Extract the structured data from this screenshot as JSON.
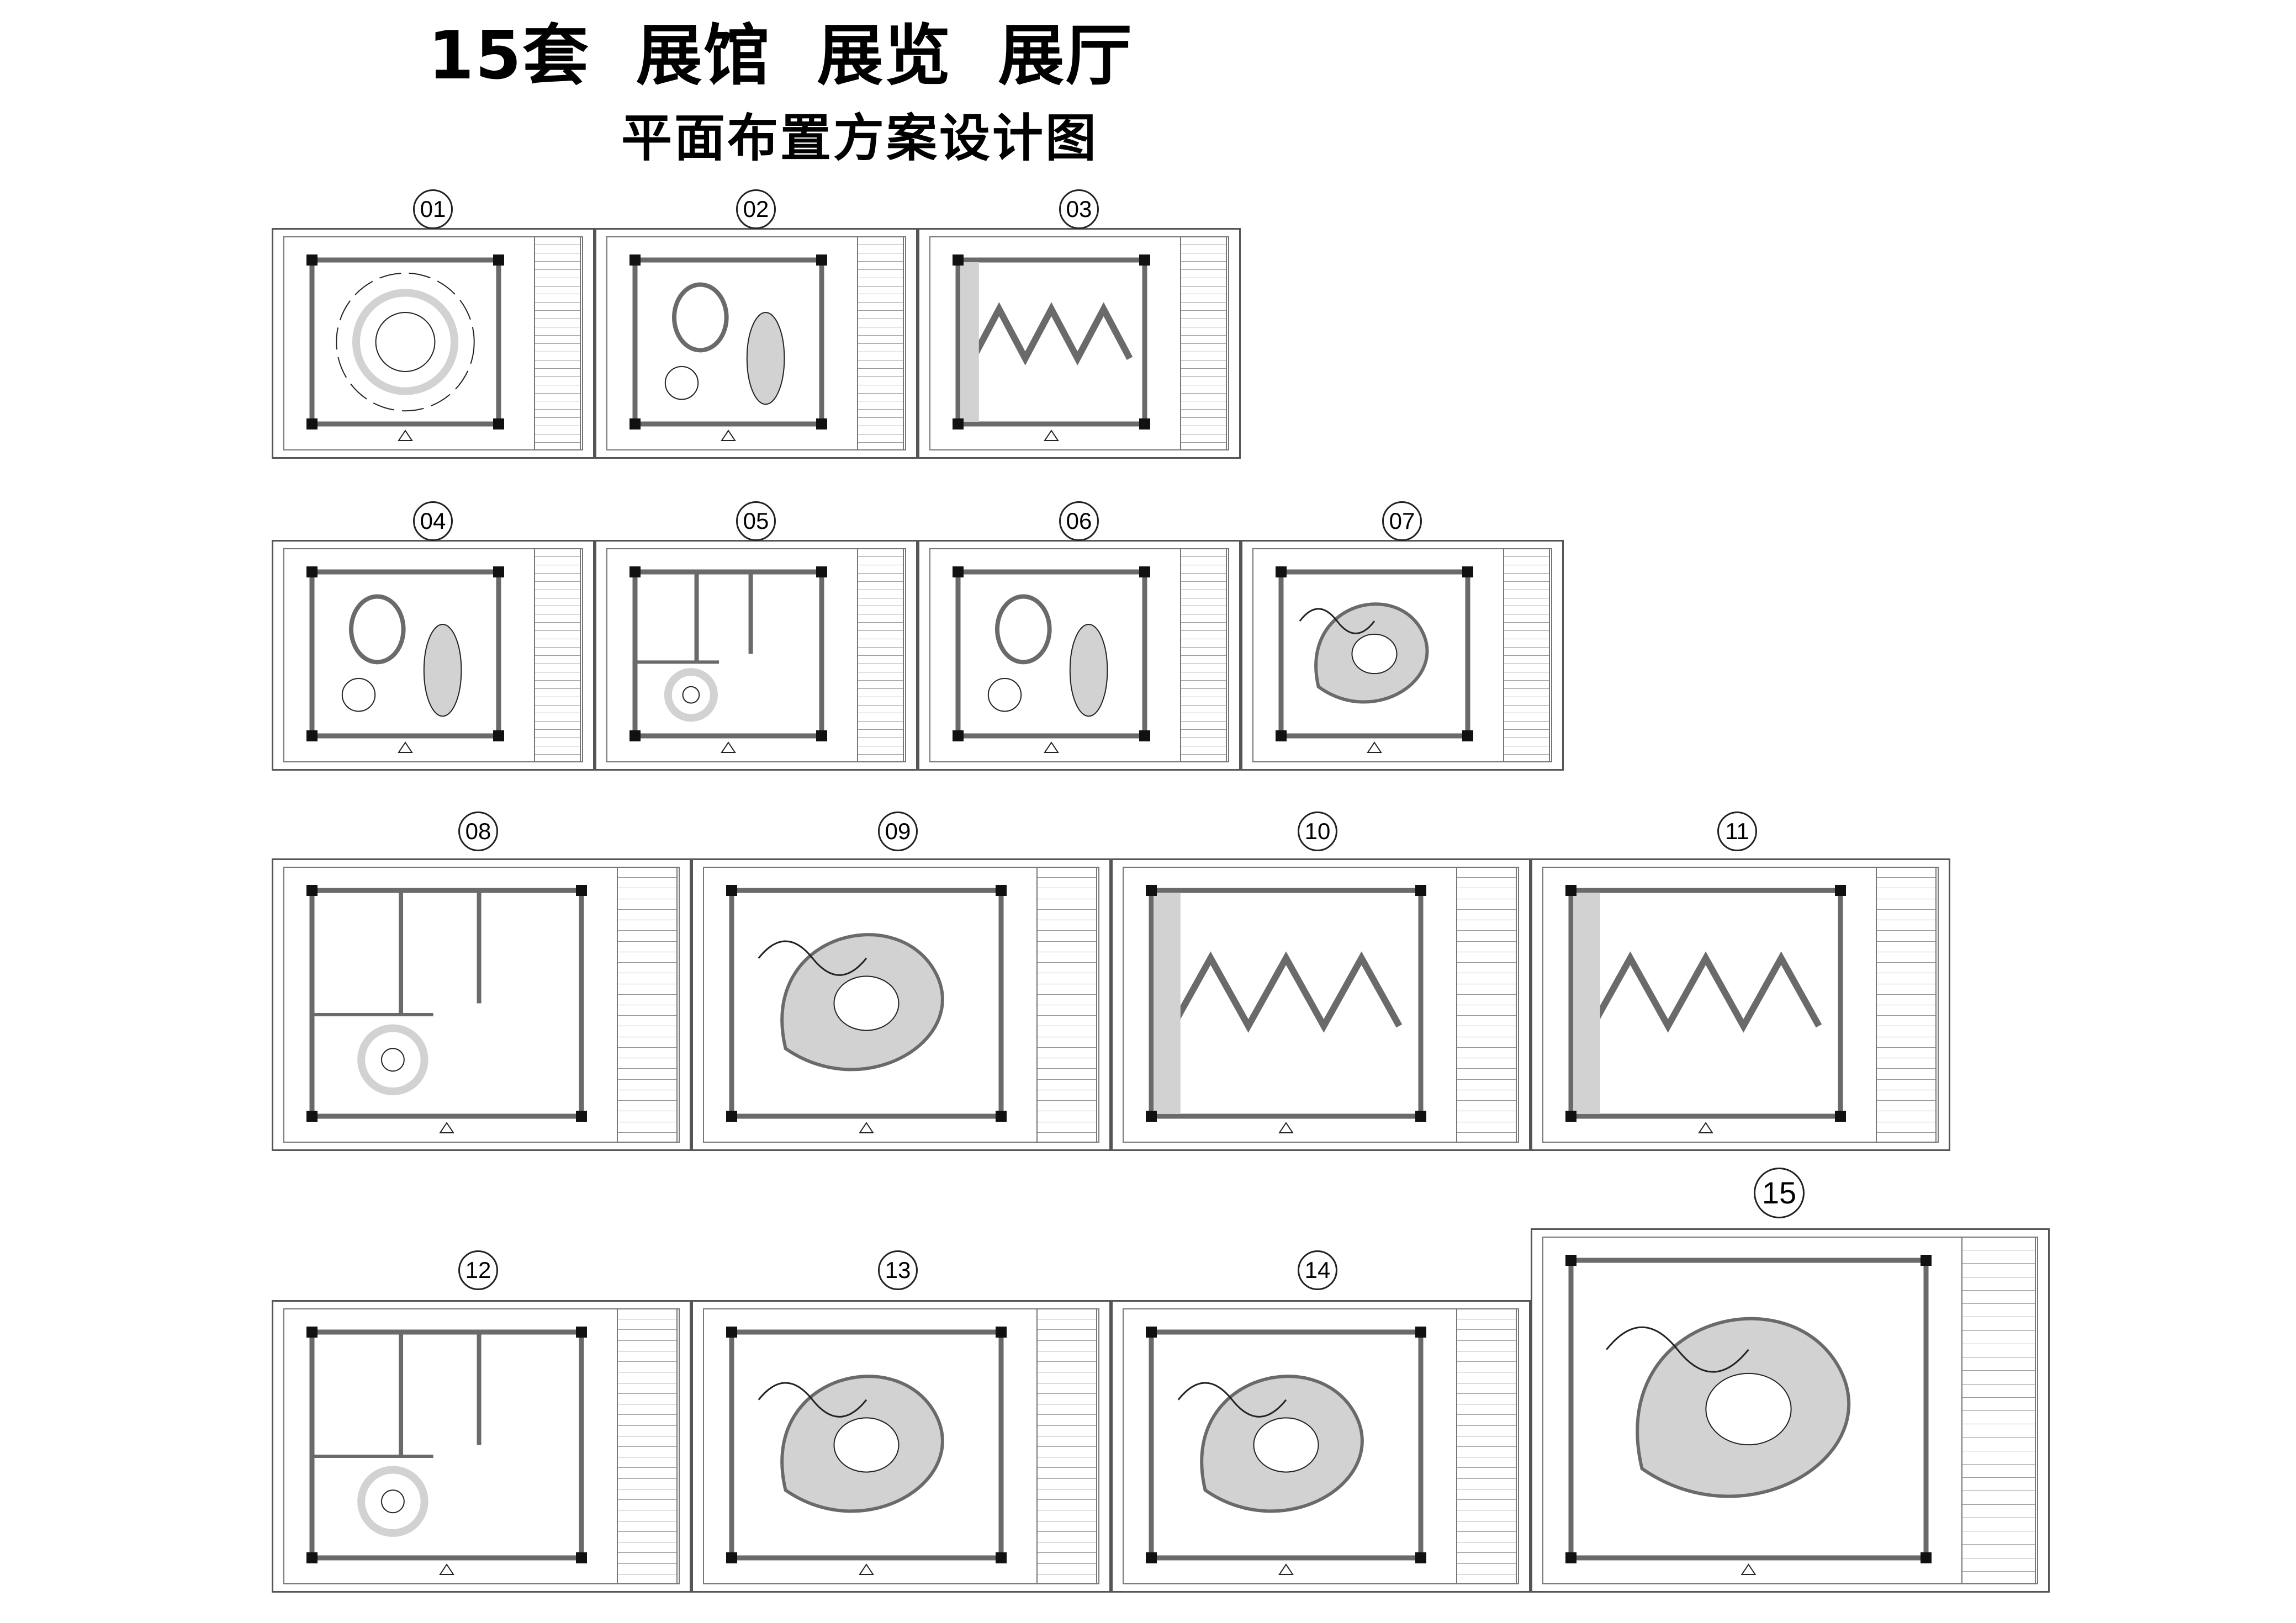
{
  "title": {
    "main": "15套 展馆 展览 展厅",
    "sub": "平面布置方案设计图"
  },
  "sheets": [
    {
      "id": "01",
      "shape": "concentric-rings"
    },
    {
      "id": "02",
      "shape": "round-hall"
    },
    {
      "id": "03",
      "shape": "zigzag"
    },
    {
      "id": "04",
      "shape": "ovals"
    },
    {
      "id": "05",
      "shape": "orthogonal-rings"
    },
    {
      "id": "06",
      "shape": "pods"
    },
    {
      "id": "07",
      "shape": "organic"
    },
    {
      "id": "08",
      "shape": "rooms"
    },
    {
      "id": "09",
      "shape": "blob"
    },
    {
      "id": "10",
      "shape": "angled"
    },
    {
      "id": "11",
      "shape": "long-zigzag"
    },
    {
      "id": "12",
      "shape": "rooms-2"
    },
    {
      "id": "13",
      "shape": "waves"
    },
    {
      "id": "14",
      "shape": "curves"
    },
    {
      "id": "15",
      "shape": "wide"
    }
  ],
  "colors": {
    "wall": "#6a6a6a",
    "fill": "#d2d2d2",
    "line": "#222222"
  }
}
